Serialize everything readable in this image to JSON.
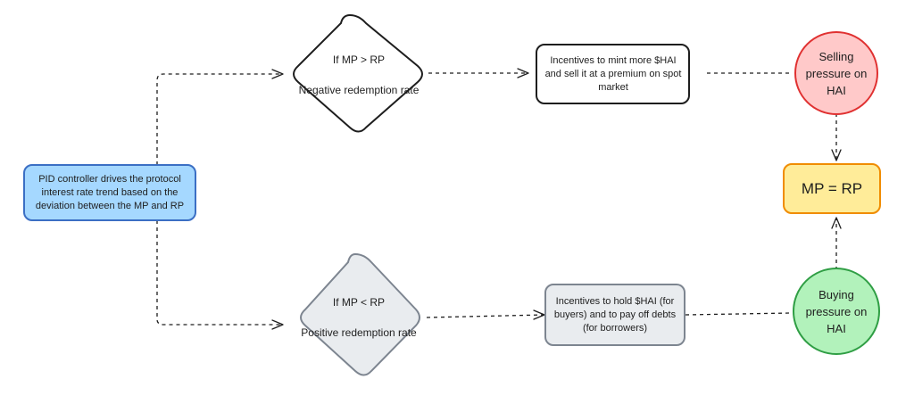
{
  "nodes": {
    "pid": "PID controller drives the protocol interest rate trend based on the deviation between the MP and RP",
    "diamond_top": {
      "condition": "If MP > RP",
      "result": "Negative redemption rate"
    },
    "diamond_bottom": {
      "condition": "If MP < RP",
      "result": "Positive redemption rate"
    },
    "box_top": "Incentives to mint more $HAI and sell it at a premium on spot market",
    "box_bottom": "Incentives to hold $HAI (for buyers) and to pay off debts (for borrowers)",
    "circle_top": "Selling pressure on HAI",
    "circle_bottom": "Buying pressure on HAI",
    "target": "MP = RP"
  },
  "colors": {
    "pid_fill": "#a5d8ff",
    "pid_stroke": "#3b6fc4",
    "diamond_bottom_fill": "#e9ecef",
    "diamond_bottom_stroke": "#7d8590",
    "box_bottom_fill": "#e9ecef",
    "box_bottom_stroke": "#7d8590",
    "circle_top_fill": "#ffc9c9",
    "circle_top_stroke": "#e03131",
    "circle_bottom_fill": "#b2f2bb",
    "circle_bottom_stroke": "#2f9e44",
    "target_fill": "#ffec99",
    "target_stroke": "#f08c00",
    "line": "#1e1e1e"
  }
}
